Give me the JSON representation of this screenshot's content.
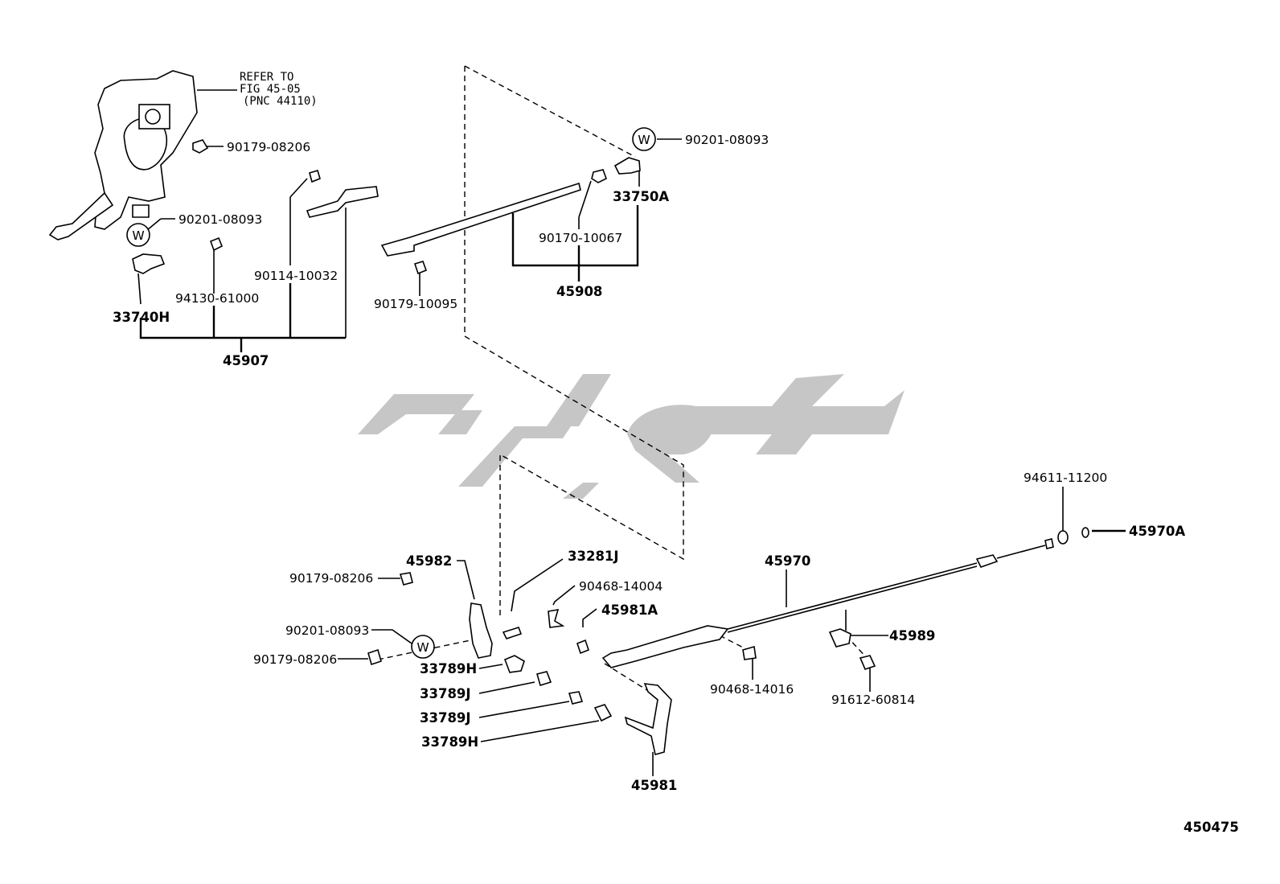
{
  "refer_note": {
    "line1": "REFER TO",
    "line2": "FIG 45-05",
    "line3": "(PNC 44110)"
  },
  "labels": {
    "p90179_08206_top": "90179-08206",
    "p90201_08093_left": "90201-08093",
    "p90114_10032": "90114-10032",
    "p94130_61000": "94130-61000",
    "p33740H": "33740H",
    "p45907": "45907",
    "p90201_08093_top": "90201-08093",
    "p33750A": "33750A",
    "p90170_10067": "90170-10067",
    "p45908": "45908",
    "p90179_10095": "90179-10095",
    "p94611_11200": "94611-11200",
    "p45970A": "45970A",
    "p45970": "45970",
    "p45982": "45982",
    "p33281J": "33281J",
    "p90468_14004": "90468-14004",
    "p45981A": "45981A",
    "p90179_08206_mid": "90179-08206",
    "p90201_08093_bottom": "90201-08093",
    "p90179_08206_low": "90179-08206",
    "p33789H_a": "33789H",
    "p33789J_a": "33789J",
    "p33789J_b": "33789J",
    "p33789H_b": "33789H",
    "p45989": "45989",
    "p90468_14016": "90468-14016",
    "p91612_60814": "91612-60814",
    "p45981": "45981"
  },
  "washer_marks": {
    "top_right": "W",
    "top_left": "W",
    "bottom": "W"
  },
  "figure_number": "450475"
}
